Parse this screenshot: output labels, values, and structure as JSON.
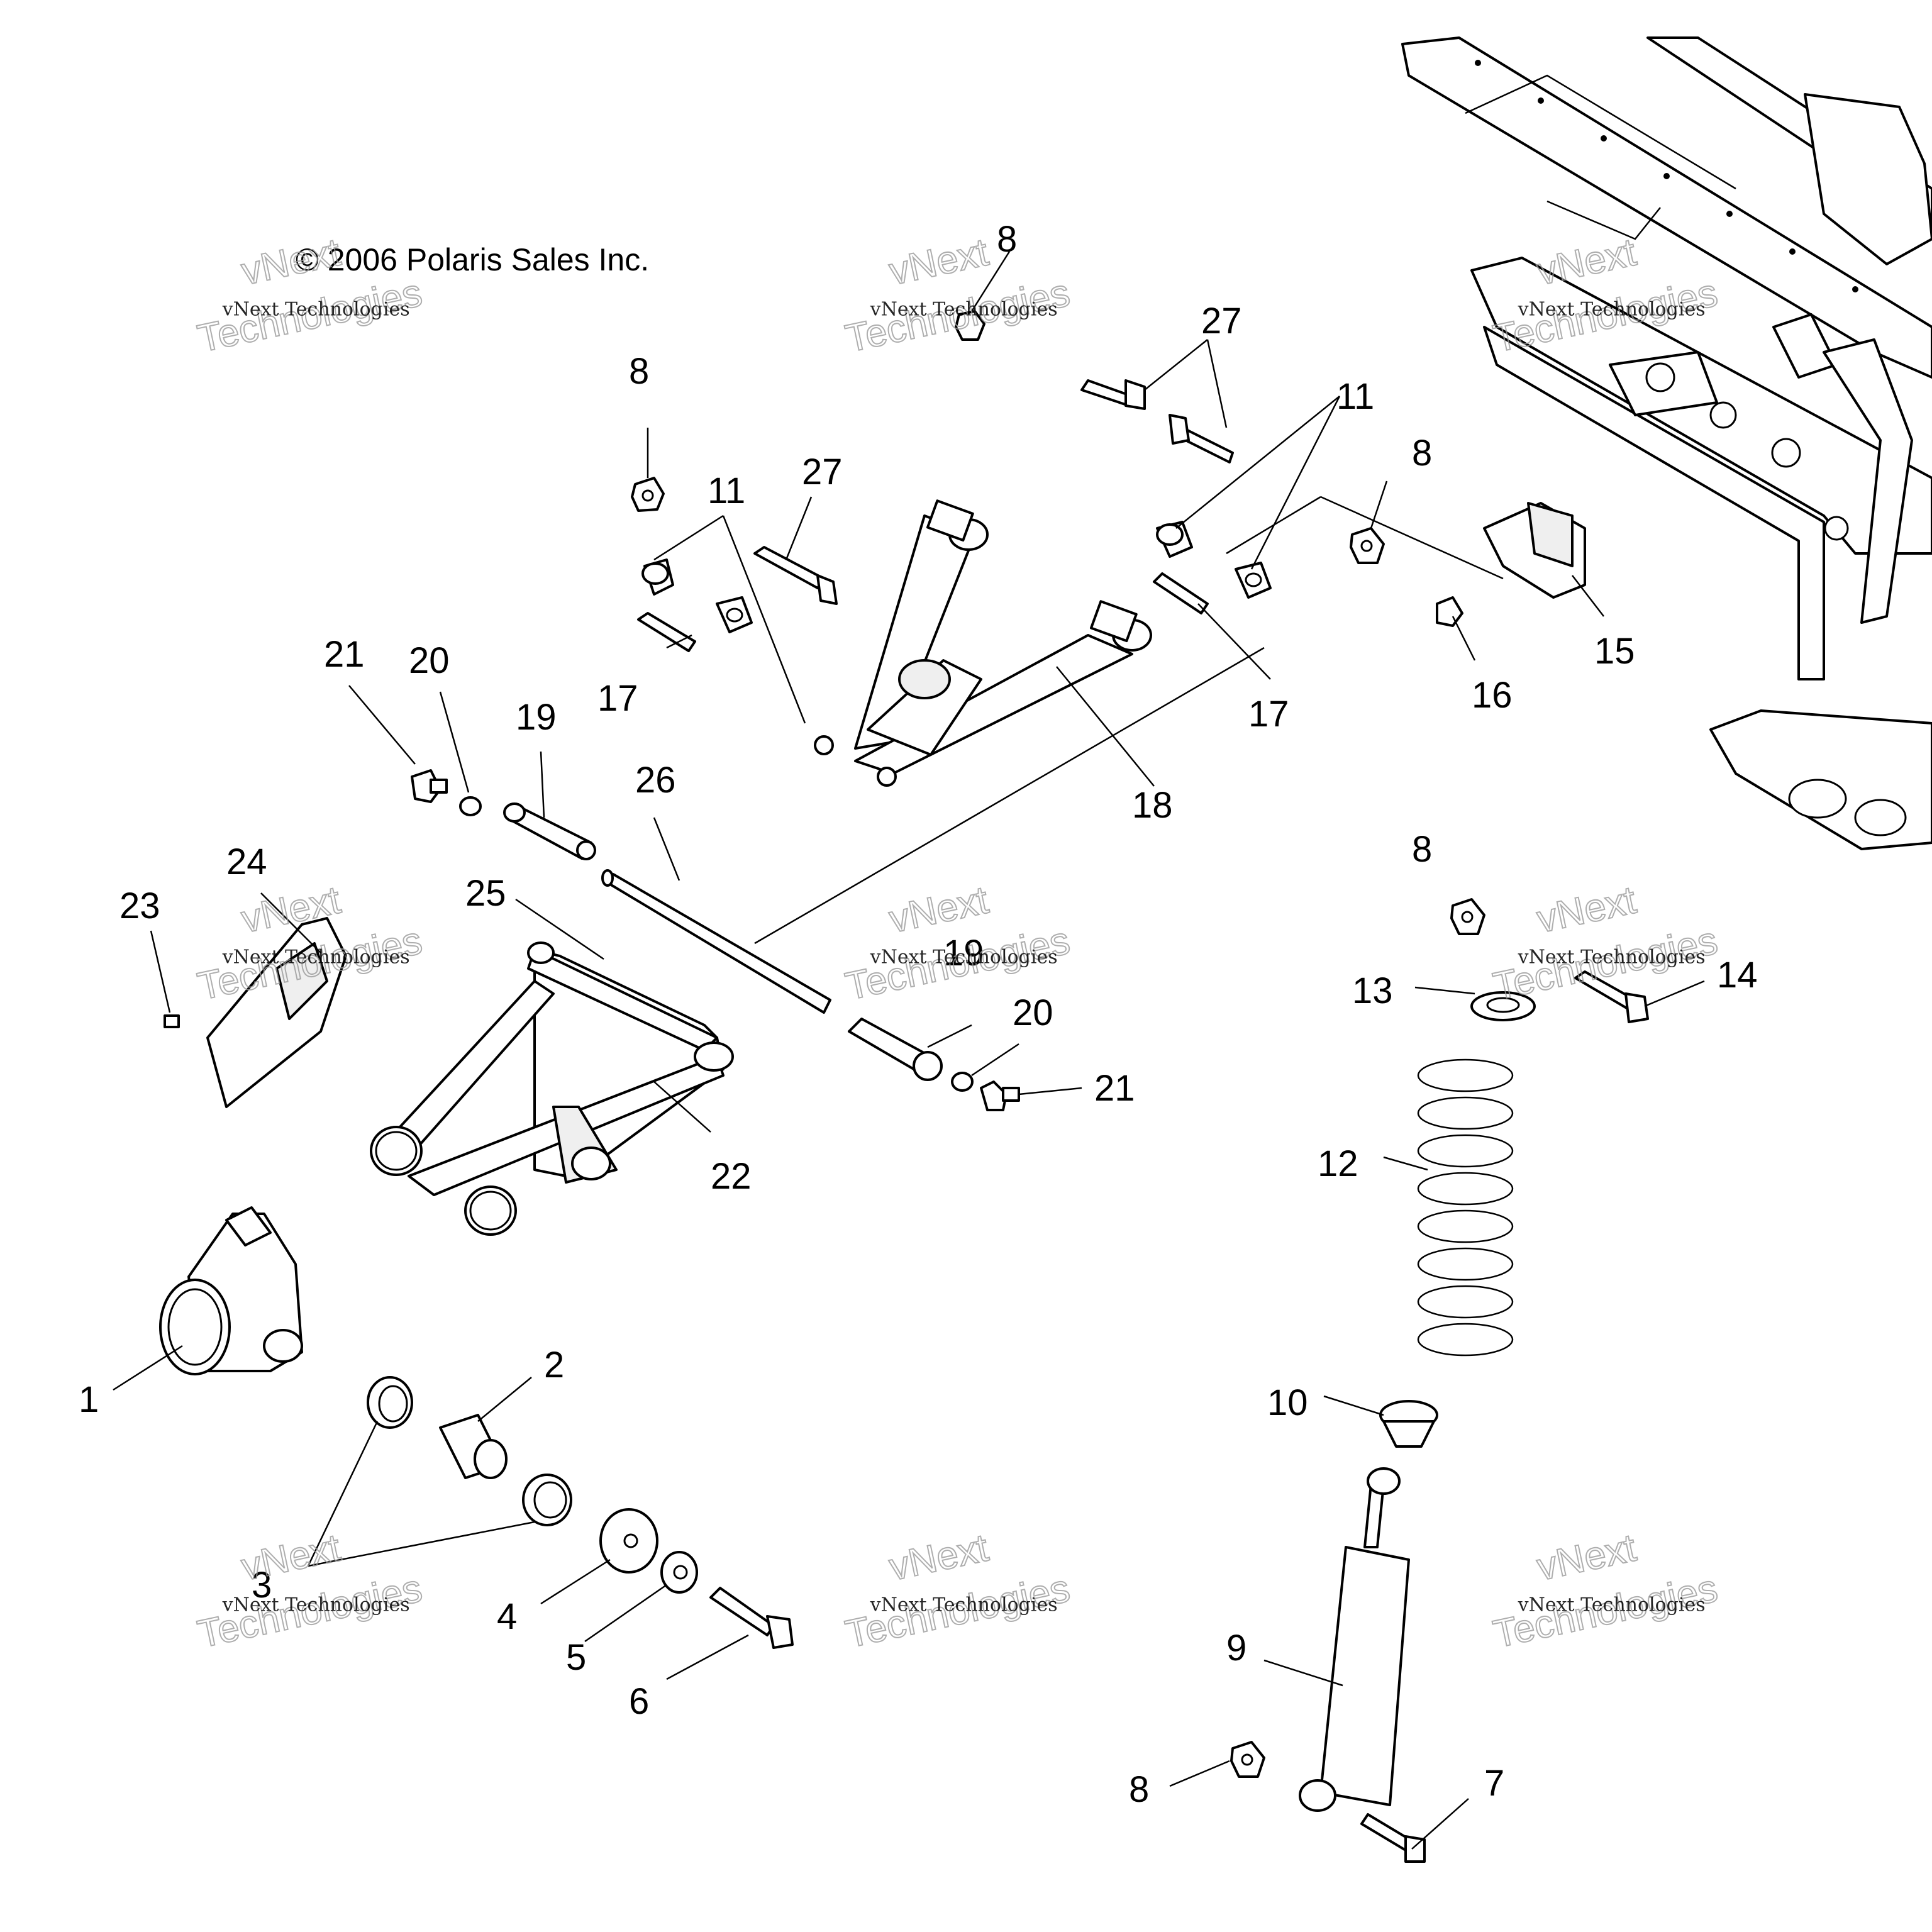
{
  "copyright": "© 2006 Polaris Sales Inc.",
  "watermark": {
    "small": "vNext Technologies",
    "big": "Technologies",
    "top": "vNext"
  },
  "callouts": {
    "c1": "1",
    "c2": "2",
    "c3": "3",
    "c4": "4",
    "c5": "5",
    "c6": "6",
    "c7": "7",
    "c8a": "8",
    "c8b": "8",
    "c8c": "8",
    "c8d": "8",
    "c8e": "8",
    "c9": "9",
    "c10": "10",
    "c11a": "11",
    "c11b": "11",
    "c12": "12",
    "c13": "13",
    "c14": "14",
    "c15": "15",
    "c16": "16",
    "c17a": "17",
    "c17b": "17",
    "c18": "18",
    "c19a": "19",
    "c19b": "19",
    "c20a": "20",
    "c20b": "20",
    "c21a": "21",
    "c21b": "21",
    "c22": "22",
    "c23": "23",
    "c24": "24",
    "c25": "25",
    "c26": "26",
    "c27a": "27",
    "c27b": "27"
  }
}
